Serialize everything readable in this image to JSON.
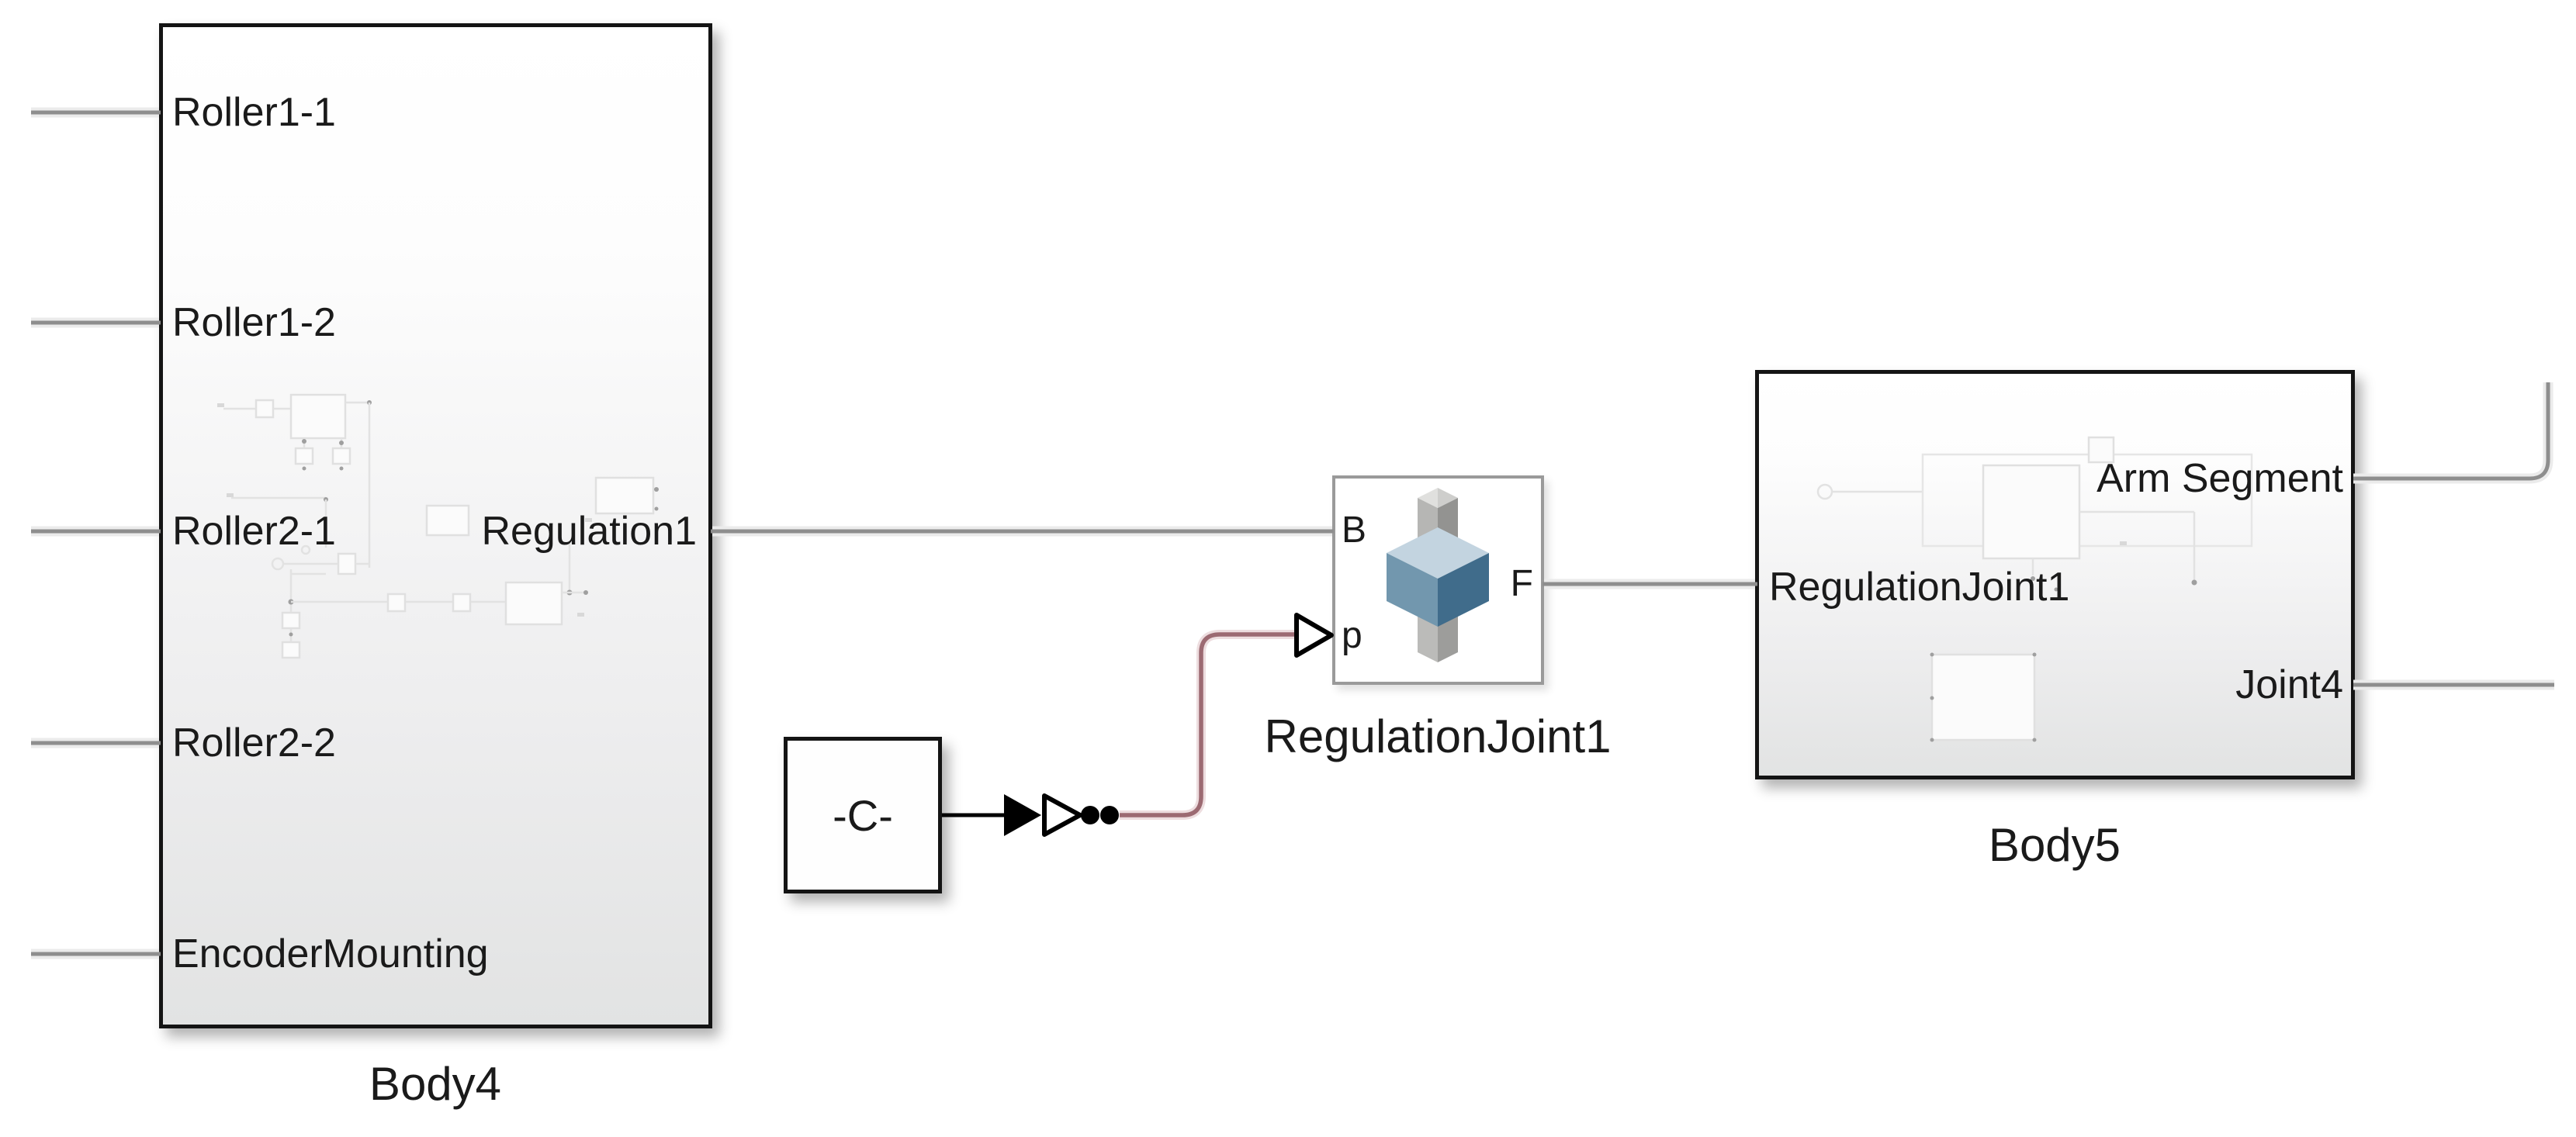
{
  "diagram": {
    "kind": "simulink-block-diagram"
  },
  "colors": {
    "canvas-bg": "#ffffff",
    "wire-gray": "#8e8e8e",
    "signal-black": "#000000",
    "physical-rose": "#9c6a72",
    "block-border-dark": "#141414",
    "block-border-gray": "#9a9a9a",
    "label-color": "#1a1a1a",
    "preview-gray": "#e2e2e2",
    "joint-cube-top": "#c3d4e0",
    "joint-cube-left": "#7297ae",
    "joint-cube-right": "#406c8b",
    "joint-post-left": "#b6b6b4",
    "joint-post-right": "#939391"
  },
  "blocks": {
    "body4": {
      "name": "Body4",
      "inputs": [
        "Roller1-1",
        "Roller1-2",
        "Roller2-1",
        "Roller2-2",
        "EncoderMounting"
      ],
      "outputs": [
        "Regulation1"
      ]
    },
    "constant1": {
      "value": "-C-"
    },
    "regulationJoint1": {
      "name": "RegulationJoint1",
      "ports": {
        "base": "B",
        "actuation": "p",
        "follower": "F"
      }
    },
    "body5": {
      "name": "Body5",
      "inputs": [
        "RegulationJoint1"
      ],
      "outputs": [
        "Arm Segment",
        "Joint4"
      ]
    }
  }
}
